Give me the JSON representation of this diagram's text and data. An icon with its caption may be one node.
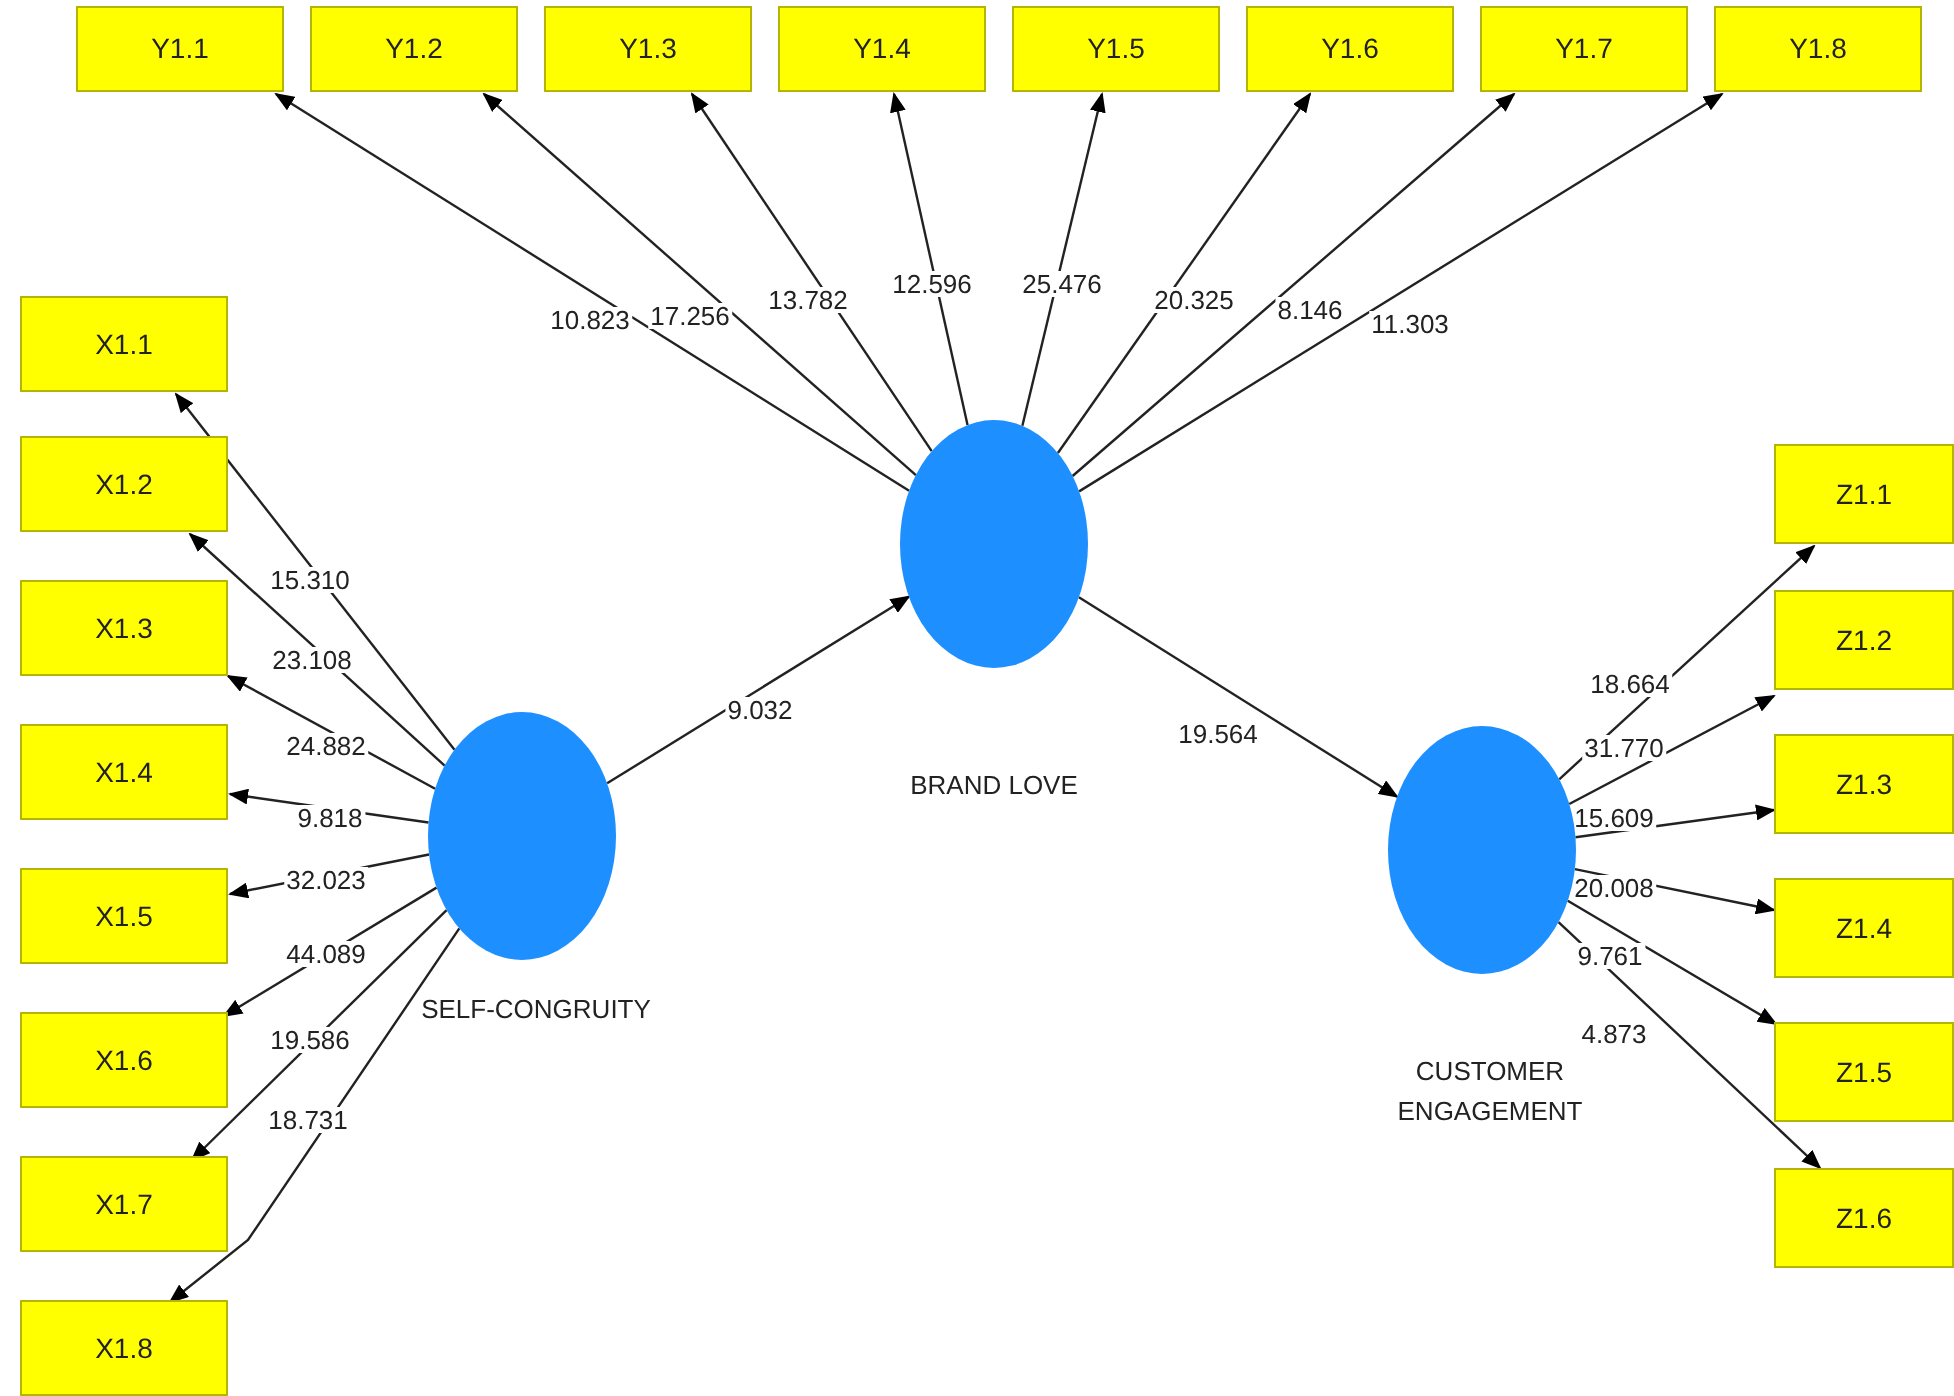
{
  "diagram": {
    "nodes": [
      {
        "text": [
          "SELF-CONGRUITY"
        ]
      },
      {
        "text": [
          "BRAND LOVE"
        ]
      },
      {
        "text": [
          "CUSTOMER ENGAGEMENT"
        ]
      },
      {
        "text": [
          "Y1.1"
        ]
      },
      {
        "text": [
          "Y1.2"
        ]
      },
      {
        "text": [
          "Y1.3"
        ]
      },
      {
        "text": [
          "Y1.4"
        ]
      },
      {
        "text": [
          "Y1.5"
        ]
      },
      {
        "text": [
          "Y1.6"
        ]
      },
      {
        "text": [
          "Y1.7"
        ]
      },
      {
        "text": [
          "Y1.8"
        ]
      },
      {
        "text": [
          "X1.1"
        ]
      },
      {
        "text": [
          "X1.2"
        ]
      },
      {
        "text": [
          "X1.3"
        ]
      },
      {
        "text": [
          "X1.4"
        ]
      },
      {
        "text": [
          "X1.5"
        ]
      },
      {
        "text": [
          "X1.6"
        ]
      },
      {
        "text": [
          "X1.7"
        ]
      },
      {
        "text": [
          "X1.8"
        ]
      },
      {
        "text": [
          "Z1.1"
        ]
      },
      {
        "text": [
          "Z1.2"
        ]
      },
      {
        "text": [
          "Z1.3"
        ]
      },
      {
        "text": [
          "Z1.4"
        ]
      },
      {
        "text": [
          "Z1.5"
        ]
      },
      {
        "text": [
          "Z1.6"
        ]
      }
    ],
    "edges": [
      {
        "from": 1,
        "to": 3,
        "arrow": "to",
        "label": "10.823"
      },
      {
        "from": 1,
        "to": 4,
        "arrow": "to",
        "label": "17.256"
      },
      {
        "from": 1,
        "to": 5,
        "arrow": "to",
        "label": "13.782"
      },
      {
        "from": 1,
        "to": 6,
        "arrow": "to",
        "label": "12.596"
      },
      {
        "from": 1,
        "to": 7,
        "arrow": "to",
        "label": "25.476"
      },
      {
        "from": 1,
        "to": 8,
        "arrow": "to",
        "label": "20.325"
      },
      {
        "from": 1,
        "to": 9,
        "arrow": "to",
        "label": "8.146"
      },
      {
        "from": 1,
        "to": 10,
        "arrow": "to",
        "label": "11.303"
      },
      {
        "from": 0,
        "to": 11,
        "arrow": "to",
        "label": "15.310"
      },
      {
        "from": 0,
        "to": 12,
        "arrow": "to",
        "label": "23.108"
      },
      {
        "from": 0,
        "to": 13,
        "arrow": "to",
        "label": "24.882"
      },
      {
        "from": 0,
        "to": 14,
        "arrow": "to",
        "label": "9.818"
      },
      {
        "from": 0,
        "to": 15,
        "arrow": "to",
        "label": "32.023"
      },
      {
        "from": 0,
        "to": 16,
        "arrow": "to",
        "label": "44.089"
      },
      {
        "from": 0,
        "to": 17,
        "arrow": "to",
        "label": "19.586"
      },
      {
        "from": 0,
        "to": 18,
        "arrow": "to",
        "label": "18.731"
      },
      {
        "from": 0,
        "to": 1,
        "arrow": "to",
        "label": "9.032"
      },
      {
        "from": 1,
        "to": 2,
        "arrow": "to",
        "label": "19.564"
      },
      {
        "from": 2,
        "to": 19,
        "arrow": "to",
        "label": "18.664"
      },
      {
        "from": 2,
        "to": 20,
        "arrow": "to",
        "label": "31.770"
      },
      {
        "from": 2,
        "to": 21,
        "arrow": "to",
        "label": "15.609"
      },
      {
        "from": 2,
        "to": 22,
        "arrow": "to",
        "label": "20.008"
      },
      {
        "from": 2,
        "to": 23,
        "arrow": "to",
        "label": "9.761"
      },
      {
        "from": 2,
        "to": 24,
        "arrow": "to",
        "label": "4.873"
      }
    ]
  }
}
